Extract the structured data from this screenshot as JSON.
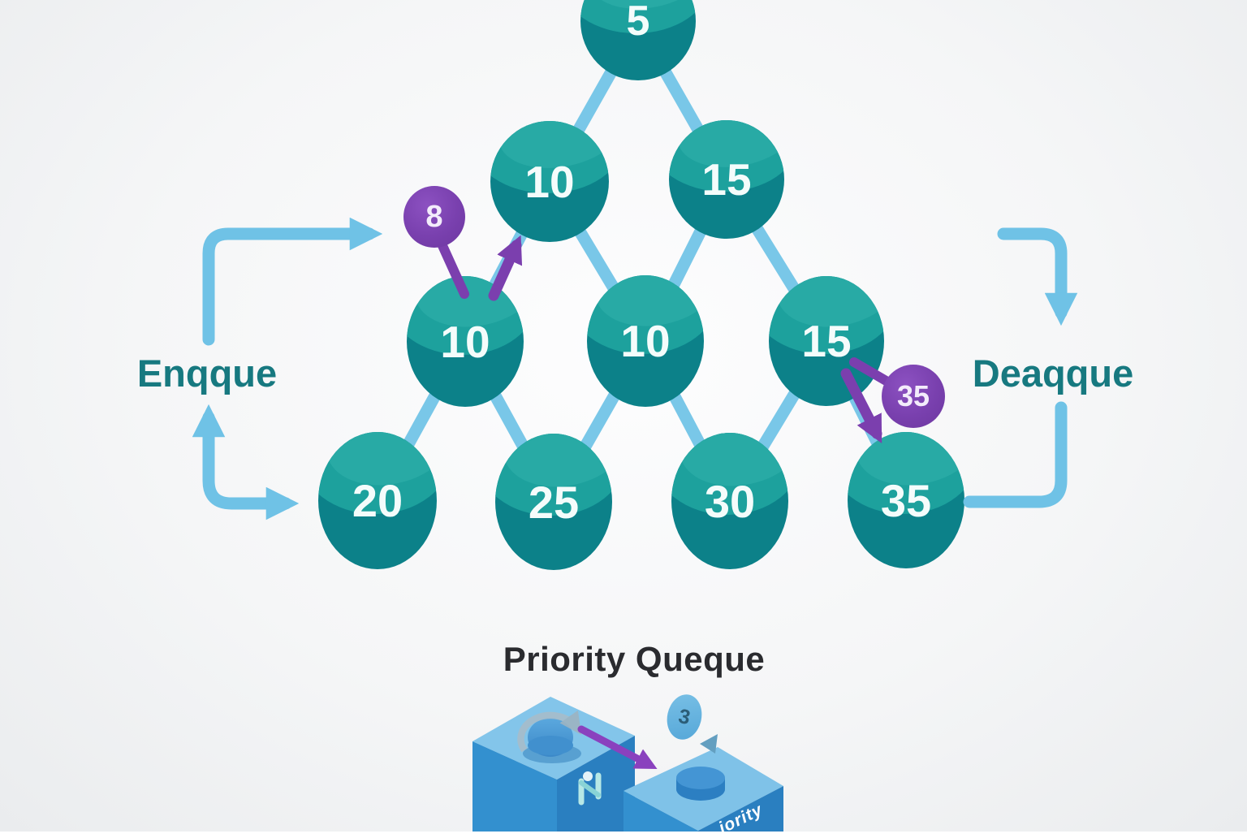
{
  "title": "Priority Queque",
  "labels": {
    "enqueue": "Enqque",
    "dequeue": "Deaqque"
  },
  "heap": {
    "nodes": [
      {
        "value": "5"
      },
      {
        "value": "10"
      },
      {
        "value": "15"
      },
      {
        "value": "10"
      },
      {
        "value": "10"
      },
      {
        "value": "15"
      },
      {
        "value": "20"
      },
      {
        "value": "25"
      },
      {
        "value": "30"
      },
      {
        "value": "35"
      }
    ],
    "insert_value": "8",
    "extract_value": "35"
  },
  "queue_illustration": {
    "item_value": "3",
    "box_label_partial": "iority"
  },
  "colors": {
    "node_teal_dark": "#0c8189",
    "node_teal_light": "#1da19d",
    "purple": "#7b3fae",
    "arrow_blue": "#6fc2e6",
    "edge_blue": "#79c7e8",
    "label_teal": "#177980",
    "title_dark": "#2a2b2f",
    "box_blue_top": "#83c5ea",
    "box_blue_side": "#2a7fc0"
  }
}
